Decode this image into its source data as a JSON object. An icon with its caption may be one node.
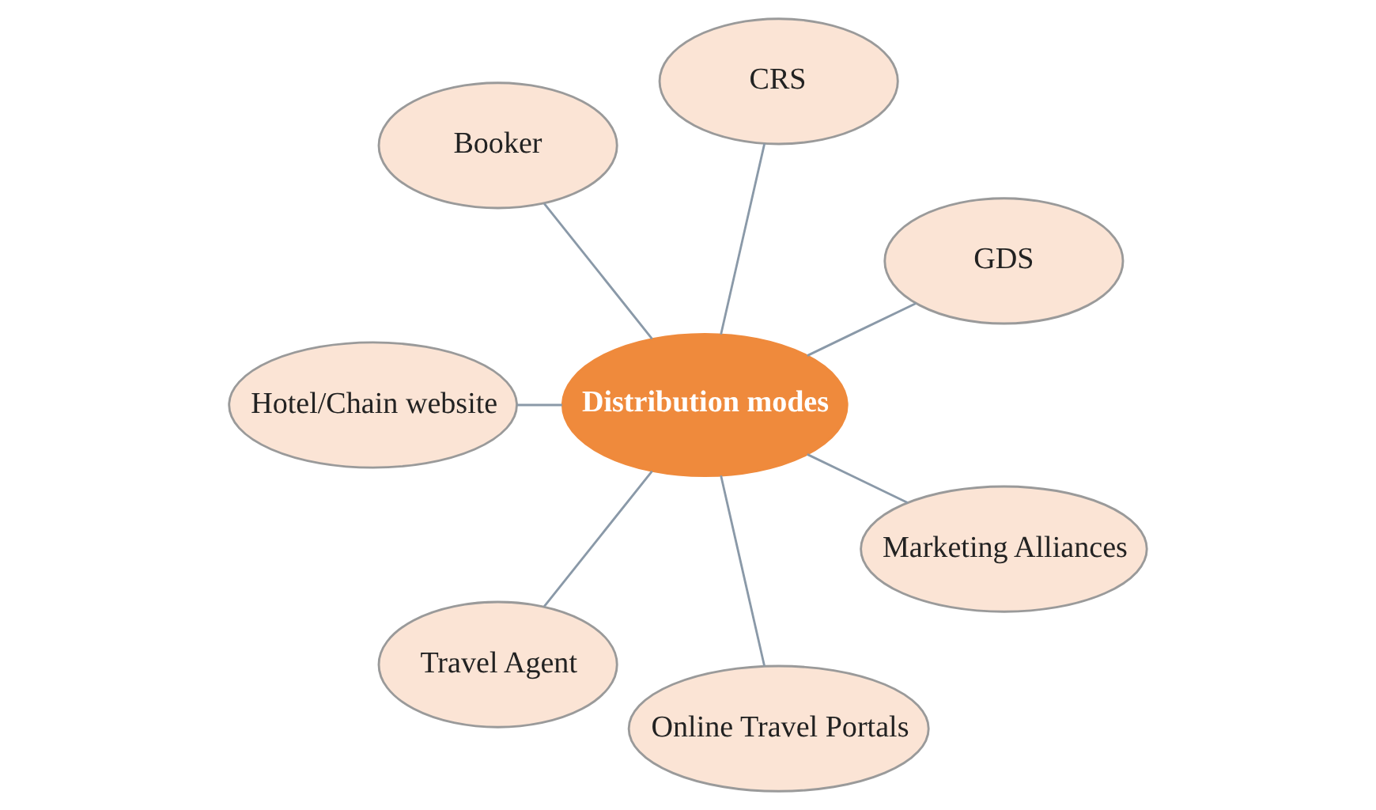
{
  "diagram": {
    "nodes": [
      {
        "text": [
          "Distribution modes"
        ]
      },
      {
        "text": [
          "GDS"
        ]
      },
      {
        "text": [
          "CRS"
        ]
      },
      {
        "text": [
          "Booker"
        ]
      },
      {
        "text": [
          "Hotel/Chain website"
        ]
      },
      {
        "text": [
          "Travel Agent"
        ]
      },
      {
        "text": [
          "Online Travel Portals"
        ]
      },
      {
        "text": [
          "Marketing Alliances"
        ]
      }
    ],
    "edges": [
      {
        "from": 0,
        "to": 1,
        "arrow": "none"
      },
      {
        "from": 0,
        "to": 2,
        "arrow": "none"
      },
      {
        "from": 0,
        "to": 3,
        "arrow": "none"
      },
      {
        "from": 0,
        "to": 4,
        "arrow": "none"
      },
      {
        "from": 0,
        "to": 5,
        "arrow": "none"
      },
      {
        "from": 0,
        "to": 6,
        "arrow": "none"
      },
      {
        "from": 0,
        "to": 7,
        "arrow": "none"
      }
    ]
  }
}
